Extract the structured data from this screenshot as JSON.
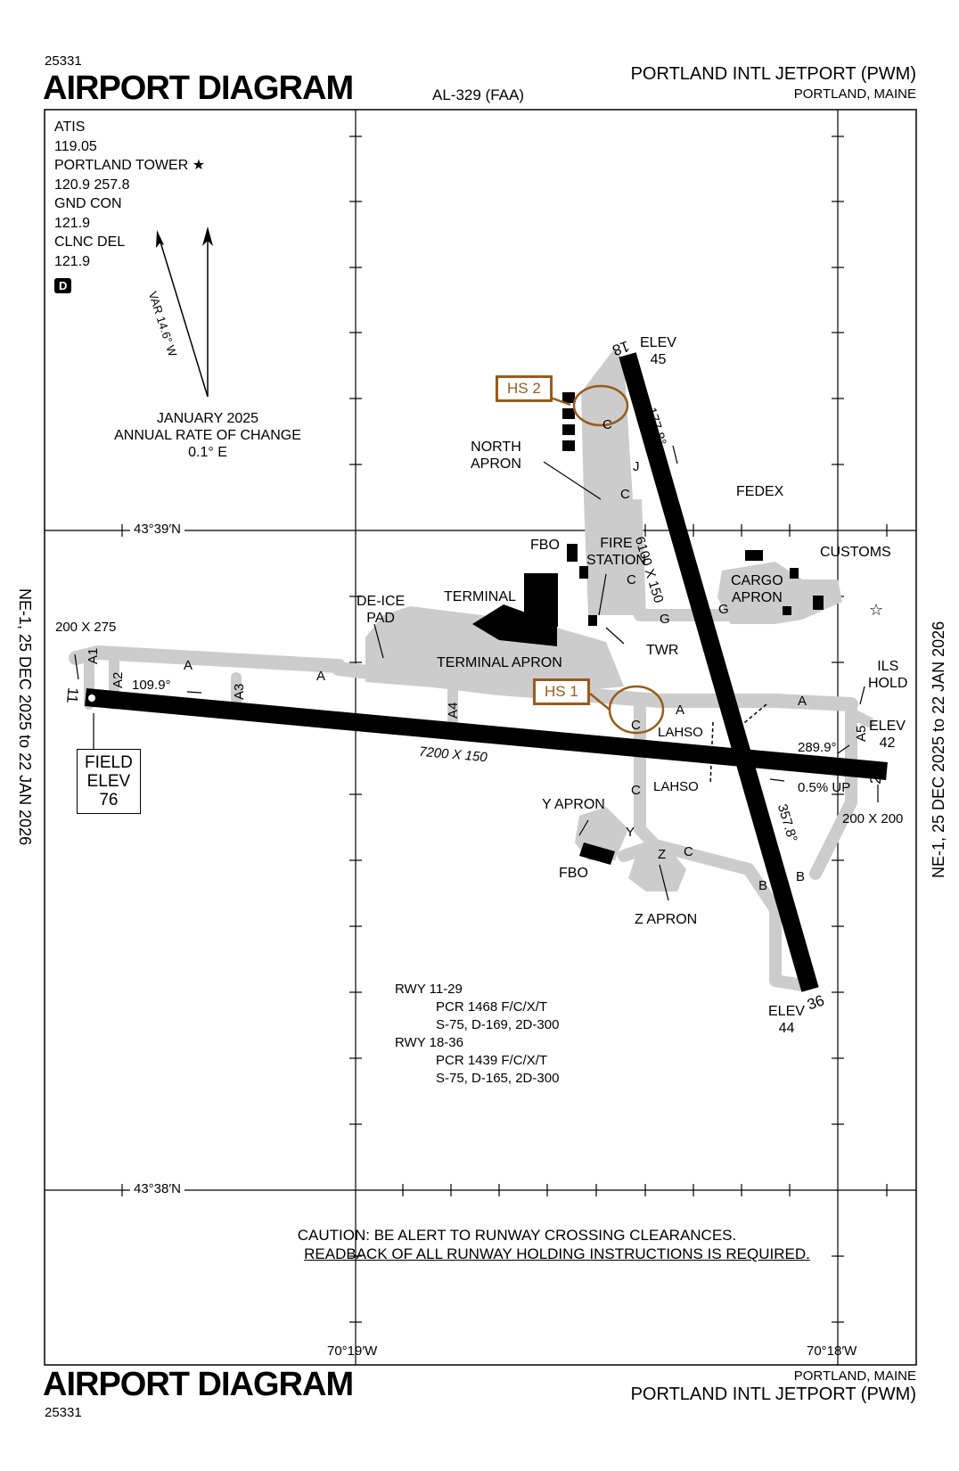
{
  "header": {
    "doc_number": "25331",
    "title": "AIRPORT DIAGRAM",
    "procedure_id": "AL-329 (FAA)",
    "airport_name": "PORTLAND INTL JETPORT (PWM)",
    "location": "PORTLAND, MAINE"
  },
  "footer": {
    "title": "AIRPORT DIAGRAM",
    "doc_number": "25331",
    "location": "PORTLAND, MAINE",
    "airport_name": "PORTLAND INTL JETPORT (PWM)"
  },
  "side_labels": {
    "left": "NE-1, 25 DEC 2025 to 22 JAN 2026",
    "right": "NE-1, 25 DEC 2025 to 22 JAN 2026"
  },
  "frequencies": {
    "atis_label": "ATIS",
    "atis_freq": "119.05",
    "tower_label": "PORTLAND TOWER",
    "tower_freq": "120.9  257.8",
    "gnd_label": "GND CON",
    "gnd_freq": "121.9",
    "clnc_label": "CLNC DEL",
    "clnc_freq": "121.9",
    "d_symbol": "D"
  },
  "magnetic": {
    "variation": "VAR 14.6° W",
    "date": "JANUARY 2025",
    "rate_label": "ANNUAL RATE OF CHANGE",
    "rate": "0.1° E"
  },
  "coordinates": {
    "lat_north": "43°39′N",
    "lat_south": "43°38′N",
    "lon_west": "70°19′W",
    "lon_east": "70°18′W"
  },
  "runways": {
    "rwy_11": "11",
    "rwy_29": "29",
    "rwy_18": "18",
    "rwy_36": "36",
    "dim_11_29": "7200 X 150",
    "dim_18_36": "6100 X 150",
    "hdg_11": "109.9°",
    "hdg_29": "289.9°",
    "hdg_18": "177.8°",
    "hdg_36": "357.8°",
    "slope": "0.5% UP",
    "elev_18": "ELEV\n45",
    "elev_36": "ELEV\n44",
    "elev_29": "ELEV\n42",
    "disp_11": "200 X 275",
    "disp_29": "200 X 200",
    "lahso": "LAHSO",
    "ils_hold": "ILS\nHOLD"
  },
  "field_elev": {
    "label": "FIELD\nELEV",
    "value": "76"
  },
  "hot_spots": {
    "hs1": "HS 1",
    "hs2": "HS 2"
  },
  "areas": {
    "north_apron": "NORTH\nAPRON",
    "terminal": "TERMINAL",
    "terminal_apron": "TERMINAL APRON",
    "deice_pad": "DE-ICE\nPAD",
    "fbo_north": "FBO",
    "fire_station": "FIRE\nSTATION",
    "twr": "TWR",
    "fedex": "FEDEX",
    "customs": "CUSTOMS",
    "cargo_apron": "CARGO\nAPRON",
    "y_apron": "Y APRON",
    "fbo_south": "FBO",
    "z_apron": "Z APRON"
  },
  "taxiways": [
    "A",
    "A",
    "A",
    "A",
    "A1",
    "A2",
    "A3",
    "A4",
    "A5",
    "C",
    "C",
    "C",
    "C",
    "C",
    "C",
    "J",
    "G",
    "G",
    "B",
    "B",
    "Y",
    "Z"
  ],
  "pcr": {
    "rwy_11_29": "RWY 11-29",
    "pcr_11_29": "PCR 1468 F/C/X/T",
    "gear_11_29": "S-75, D-169, 2D-300",
    "rwy_18_36": "RWY 18-36",
    "pcr_18_36": "PCR 1439 F/C/X/T",
    "gear_18_36": "S-75, D-165, 2D-300"
  },
  "caution": {
    "line1": "CAUTION: BE ALERT TO RUNWAY CROSSING CLEARANCES.",
    "line2": "READBACK OF ALL RUNWAY HOLDING INSTRUCTIONS IS REQUIRED."
  },
  "colors": {
    "runway": "#000000",
    "taxiway": "#cccccc",
    "hot_spot": "#9a5a1a"
  }
}
